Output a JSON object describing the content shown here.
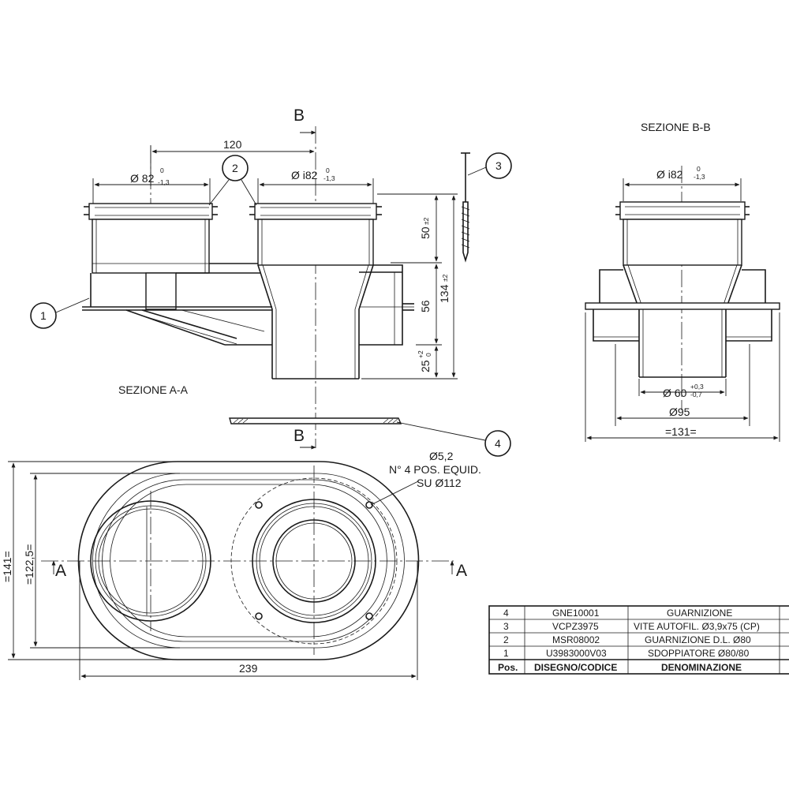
{
  "section_aa": {
    "title": "SEZIONE A-A",
    "dim_spacing": "120",
    "dim_left_dia": "Ø 82",
    "dim_left_tol_up": "0",
    "dim_left_tol_down": "-1,3",
    "dim_right_dia": "Ø i82",
    "dim_right_tol_up": "0",
    "dim_right_tol_down": "-1,3",
    "dim_h50": "50",
    "dim_h50_tol": "±2",
    "dim_h56": "56",
    "dim_h25": "25",
    "dim_h25_tol_up": "+2",
    "dim_h25_tol_down": "0",
    "dim_h134": "134",
    "dim_h134_tol": "±2"
  },
  "section_bb": {
    "title": "SEZIONE B-B",
    "dim_top_dia": "Ø i82",
    "dim_top_tol_up": "0",
    "dim_top_tol_down": "-1,3",
    "dim_60": "Ø 60",
    "dim_60_tol_up": "+0,3",
    "dim_60_tol_down": "-0,7",
    "dim_95": "Ø95",
    "dim_131": "=131="
  },
  "plan_view": {
    "hole_note_1": "Ø5,2",
    "hole_note_2": "N° 4 POS. EQUID.",
    "hole_note_3": "SU Ø112",
    "dim_width": "239",
    "dim_141": "=141=",
    "dim_1225": "=122,5="
  },
  "section_markers": {
    "b_top": "B",
    "b_bottom": "B",
    "a_left": "A",
    "a_right": "A"
  },
  "balloons": [
    "1",
    "2",
    "3",
    "4"
  ],
  "parts_table": {
    "headers": [
      "Pos.",
      "DISEGNO/CODICE",
      "DENOMINAZIONE"
    ],
    "rows": [
      {
        "pos": "4",
        "code": "GNE10001",
        "name": "GUARNIZIONE"
      },
      {
        "pos": "3",
        "code": "VCPZ3975",
        "name": "VITE AUTOFIL. Ø3,9x75 (CP)"
      },
      {
        "pos": "2",
        "code": "MSR08002",
        "name": "GUARNIZIONE D.L. Ø80"
      },
      {
        "pos": "1",
        "code": "U3983000V03",
        "name": "SDOPPIATORE Ø80/80"
      }
    ]
  }
}
